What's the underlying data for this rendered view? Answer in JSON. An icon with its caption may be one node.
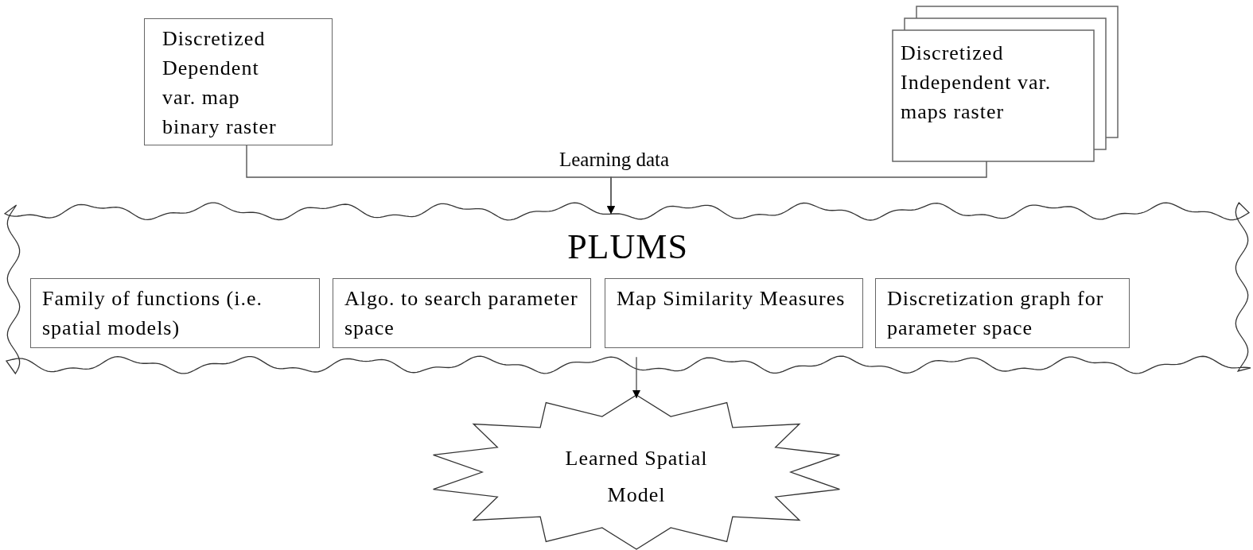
{
  "diagram": {
    "nodes": [
      {
        "text": [
          "Discretized Dependent var. map binary raster"
        ]
      },
      {
        "text": [
          "Discretized Independent var. maps raster"
        ]
      },
      {
        "text": [
          "PLUMS"
        ]
      },
      {
        "text": [
          "Family of functions (i.e. spatial models)"
        ],
        "in": 2
      },
      {
        "text": [
          "Algo. to search parameter space"
        ],
        "in": 2
      },
      {
        "text": [
          "Map Similarity Measures"
        ],
        "in": 2
      },
      {
        "text": [
          "Discretization graph for parameter space"
        ],
        "in": 2
      },
      {
        "text": [
          "Learned Spatial Model"
        ]
      }
    ],
    "edges": [
      {
        "from": 0,
        "to": 2,
        "arrow": "to",
        "label": "Learning data"
      },
      {
        "from": 1,
        "to": 2,
        "arrow": "to"
      },
      {
        "from": 2,
        "to": 7,
        "arrow": "to"
      }
    ]
  }
}
